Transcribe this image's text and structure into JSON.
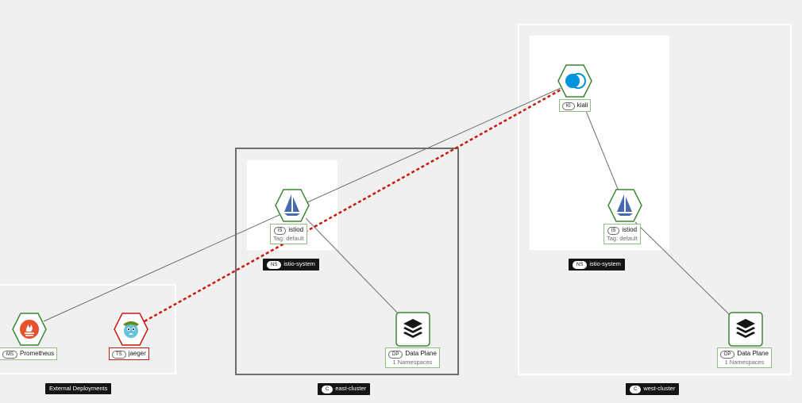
{
  "groups": {
    "external": {
      "label": "External Deployments"
    },
    "east_cluster": {
      "badge": "C",
      "label": "east-cluster"
    },
    "west_cluster": {
      "badge": "C",
      "label": "west-cluster"
    },
    "east_ns": {
      "badge": "NS",
      "label": "istio-system"
    },
    "west_ns": {
      "badge": "NS",
      "label": "istio-system"
    }
  },
  "nodes": {
    "prometheus": {
      "badge": "MS",
      "label": "Prometheus",
      "icon": "prometheus-icon",
      "color": "#e6522c"
    },
    "jaeger": {
      "badge": "TS",
      "label": "jaeger",
      "icon": "jaeger-icon",
      "color": "#c9190b"
    },
    "east_istiod": {
      "badge": "IS",
      "label": "istiod",
      "sub": "Tag: default",
      "icon": "istio-sail-icon"
    },
    "east_dataplane": {
      "badge": "DP",
      "label": "Data Plane",
      "sub": "1 Namespaces",
      "icon": "layers-icon"
    },
    "kiali": {
      "badge": "KI",
      "label": "kiali",
      "icon": "kiali-icon"
    },
    "west_istiod": {
      "badge": "IS",
      "label": "istiod",
      "sub": "Tag: default",
      "icon": "istio-sail-icon"
    },
    "west_dataplane": {
      "badge": "DP",
      "label": "Data Plane",
      "sub": "1 Namespaces",
      "icon": "layers-icon"
    }
  },
  "colors": {
    "healthy": "#3e8635",
    "error": "#c9190b",
    "edge": "#6a6e73"
  }
}
